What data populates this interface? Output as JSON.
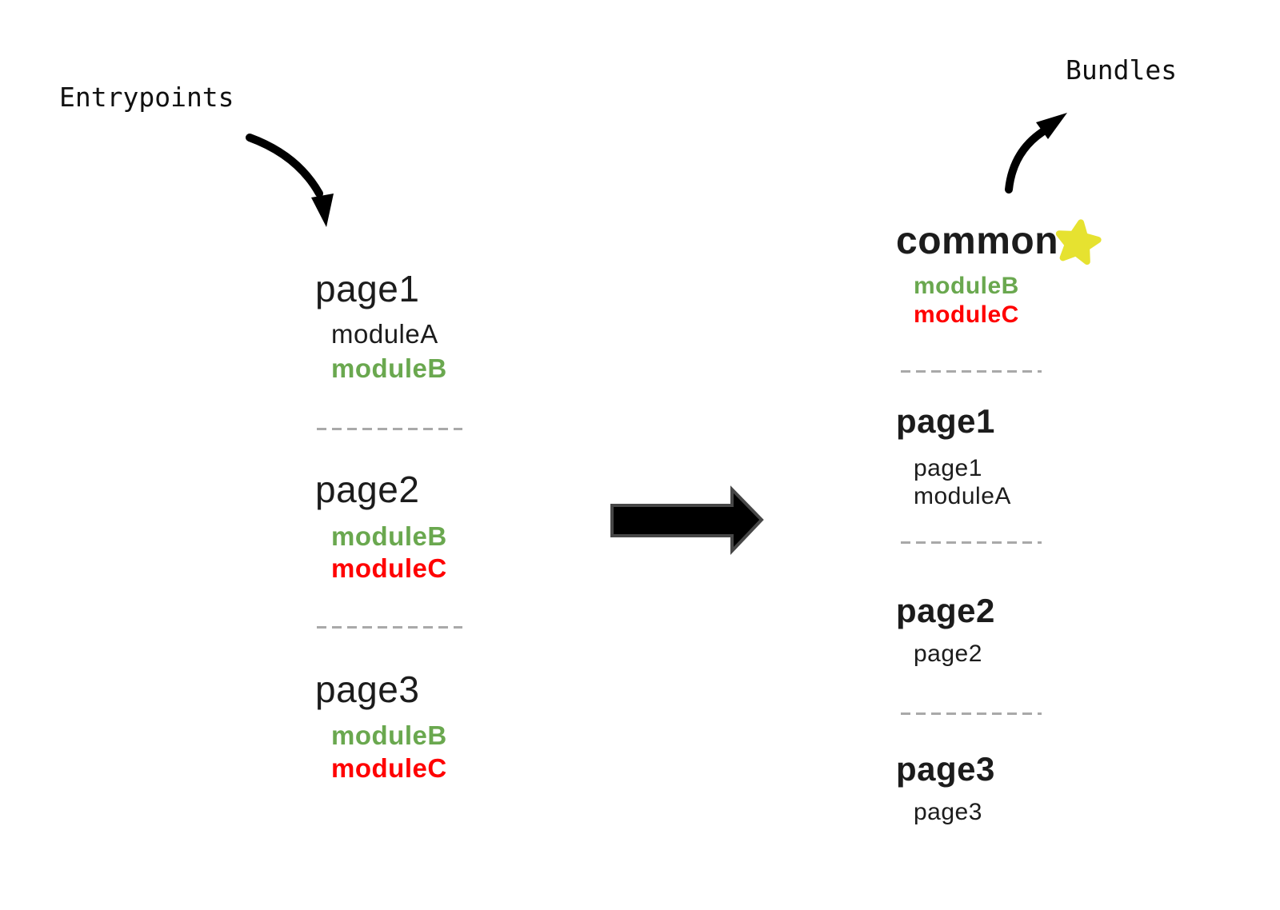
{
  "diagram_title": "entrypoints-to-bundles-split-chunks",
  "labels": {
    "entrypoints": "Entrypoints",
    "bundles": "Bundles"
  },
  "colors": {
    "module_green": "#6aa84f",
    "module_red": "#ff0000",
    "star_yellow": "#e6e230",
    "text_dark": "#1c1c1c",
    "dash_gray": "#a9a9a9",
    "arrow_black": "#000000"
  },
  "icons": {
    "curved_arrow_left": "curved-arrow-down-icon",
    "curved_arrow_right": "curved-arrow-up-icon",
    "transform_arrow": "big-right-arrow-icon",
    "star": "star-icon"
  },
  "entrypoints": {
    "sections": [
      {
        "title": "page1",
        "modules": [
          {
            "name": "moduleA",
            "color": "black",
            "bold": false
          },
          {
            "name": "moduleB",
            "color": "green",
            "bold": true
          }
        ]
      },
      {
        "title": "page2",
        "modules": [
          {
            "name": "moduleB",
            "color": "green",
            "bold": true
          },
          {
            "name": "moduleC",
            "color": "red",
            "bold": true
          }
        ]
      },
      {
        "title": "page3",
        "modules": [
          {
            "name": "moduleB",
            "color": "green",
            "bold": true
          },
          {
            "name": "moduleC",
            "color": "red",
            "bold": true
          }
        ]
      }
    ]
  },
  "bundles": {
    "sections": [
      {
        "title": "common",
        "starred": true,
        "modules": [
          {
            "name": "moduleB",
            "color": "green",
            "bold": true
          },
          {
            "name": "moduleC",
            "color": "red",
            "bold": true
          }
        ]
      },
      {
        "title": "page1",
        "modules": [
          {
            "name": "page1",
            "color": "black",
            "bold": false
          },
          {
            "name": "moduleA",
            "color": "black",
            "bold": false
          }
        ]
      },
      {
        "title": "page2",
        "modules": [
          {
            "name": "page2",
            "color": "black",
            "bold": false
          }
        ]
      },
      {
        "title": "page3",
        "modules": [
          {
            "name": "page3",
            "color": "black",
            "bold": false
          }
        ]
      }
    ]
  }
}
